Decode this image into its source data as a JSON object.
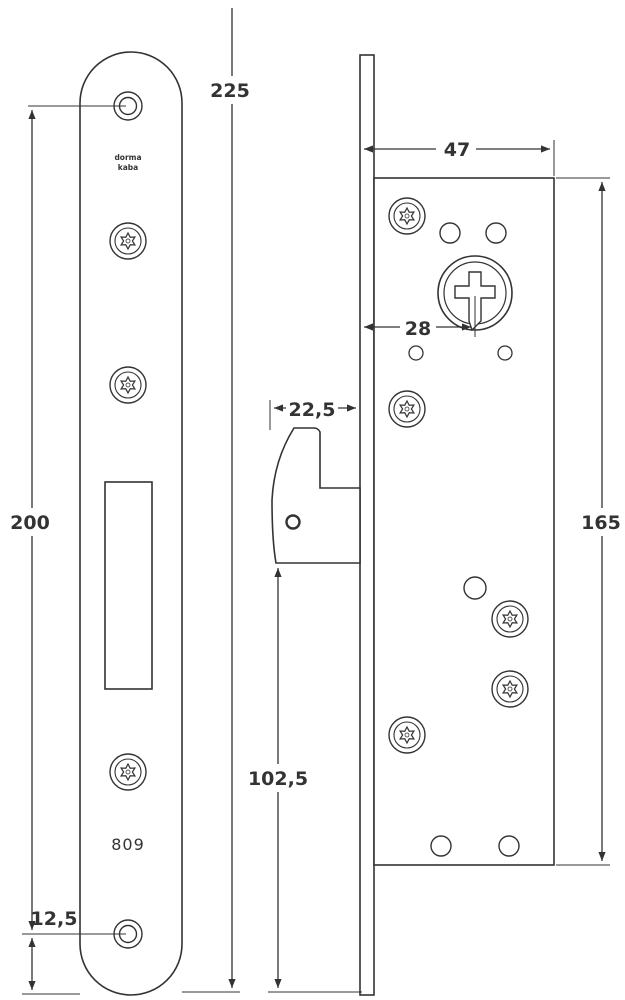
{
  "drawing": {
    "brand_logo": [
      "dorma",
      "kaba"
    ],
    "model_number": "809",
    "dimensions": {
      "faceplate_length": "225",
      "screw_hole_spacing": "200",
      "screw_hole_offset": "12,5",
      "backset": "47",
      "cylinder_axis": "28",
      "latch_projection": "22,5",
      "latch_height": "102,5",
      "case_height": "165"
    }
  }
}
